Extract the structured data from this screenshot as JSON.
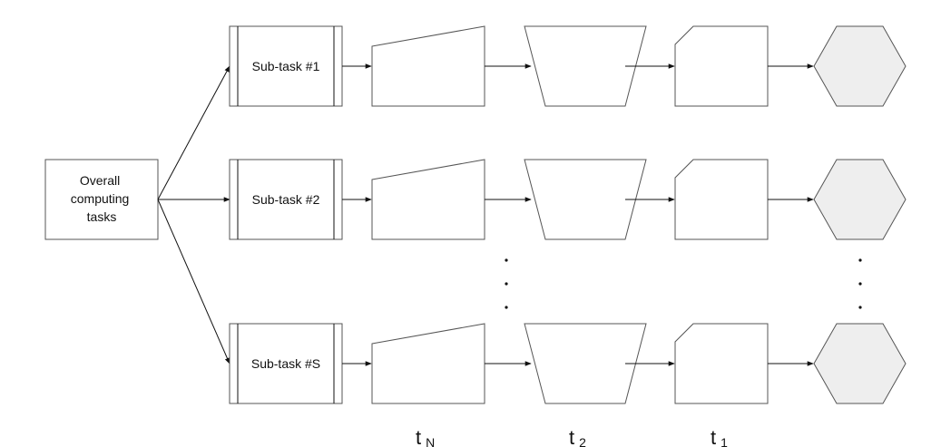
{
  "diagram": {
    "source": {
      "lines": [
        "Overall",
        "computing",
        "tasks"
      ]
    },
    "rows": [
      {
        "label": "Sub-task #1"
      },
      {
        "label": "Sub-task #2"
      },
      {
        "label": "Sub-task #S"
      }
    ],
    "time_labels": [
      {
        "base": "t",
        "sub": "N"
      },
      {
        "base": "t",
        "sub": "2"
      },
      {
        "base": "t",
        "sub": "1"
      }
    ],
    "colors": {
      "hexagon_fill": "#eeeeee",
      "stroke": "#555555"
    }
  }
}
